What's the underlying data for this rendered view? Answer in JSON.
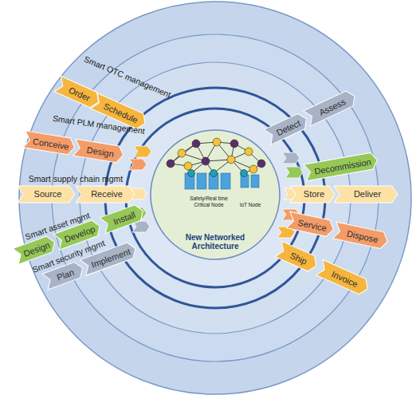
{
  "diagram": {
    "nodes": [
      {
        "text": [
          "Order"
        ]
      },
      {
        "text": [
          "Schedule"
        ]
      },
      {
        "text": [
          "Conceive"
        ]
      },
      {
        "text": [
          "Design"
        ]
      },
      {
        "text": [
          "Source"
        ]
      },
      {
        "text": [
          "Receive"
        ]
      },
      {
        "text": [
          "Design"
        ]
      },
      {
        "text": [
          "Develop"
        ]
      },
      {
        "text": [
          "Install"
        ]
      },
      {
        "text": [
          "Plan"
        ]
      },
      {
        "text": [
          "Implement"
        ]
      },
      {
        "text": [
          "New Networked Architecture"
        ]
      },
      {
        "text": [
          "Safety/Real time Critical Node"
        ],
        "in": 11
      },
      {
        "text": [
          "IoT Node"
        ],
        "in": 11
      },
      {
        "text": [
          "Detect"
        ]
      },
      {
        "text": [
          "Assess"
        ]
      },
      {
        "text": [
          "Decommission"
        ]
      },
      {
        "text": [
          "Store"
        ]
      },
      {
        "text": [
          "Deliver"
        ]
      },
      {
        "text": [
          "Service"
        ]
      },
      {
        "text": [
          "Dispose"
        ]
      },
      {
        "text": [
          "Ship"
        ]
      },
      {
        "text": [
          "Invoice"
        ]
      }
    ],
    "labels": [
      "Smart OTC management",
      "Smart PLM management",
      "Smart supply chain mgmt",
      "Smart asset mgmt",
      "Smart security mgmt"
    ]
  }
}
